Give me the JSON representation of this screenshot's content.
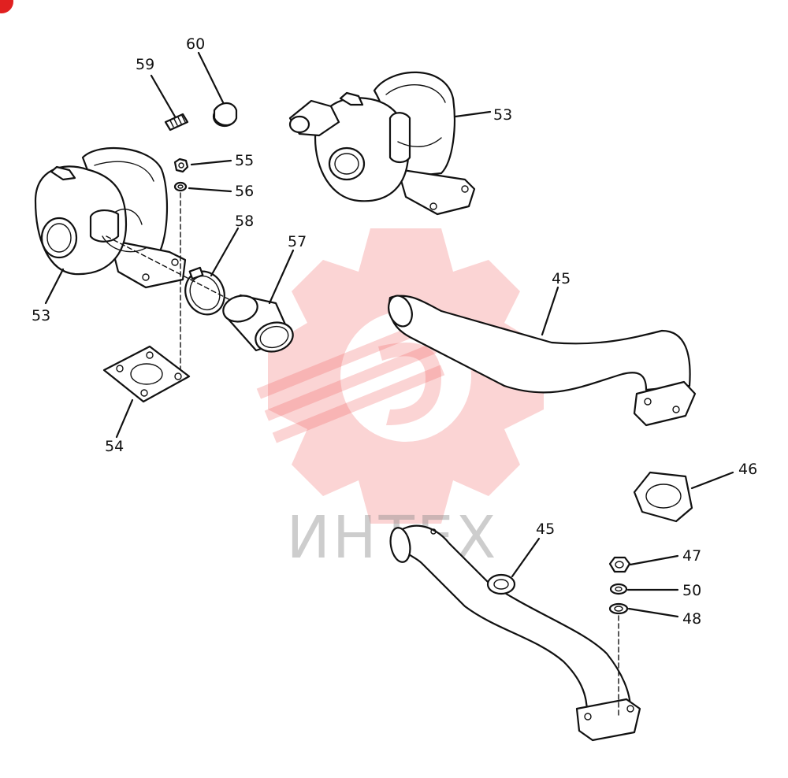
{
  "watermark": {
    "text": "ИНТЕХ",
    "color": "#f05a5a"
  },
  "corner_badge": {
    "color": "#e02020"
  },
  "callouts": {
    "c59": "59",
    "c60": "60",
    "c55": "55",
    "c56": "56",
    "c53a": "53",
    "c53b": "53",
    "c58": "58",
    "c57": "57",
    "c54": "54",
    "c45a": "45",
    "c46": "46",
    "c45b": "45",
    "c47": "47",
    "c50": "50",
    "c48": "48"
  }
}
